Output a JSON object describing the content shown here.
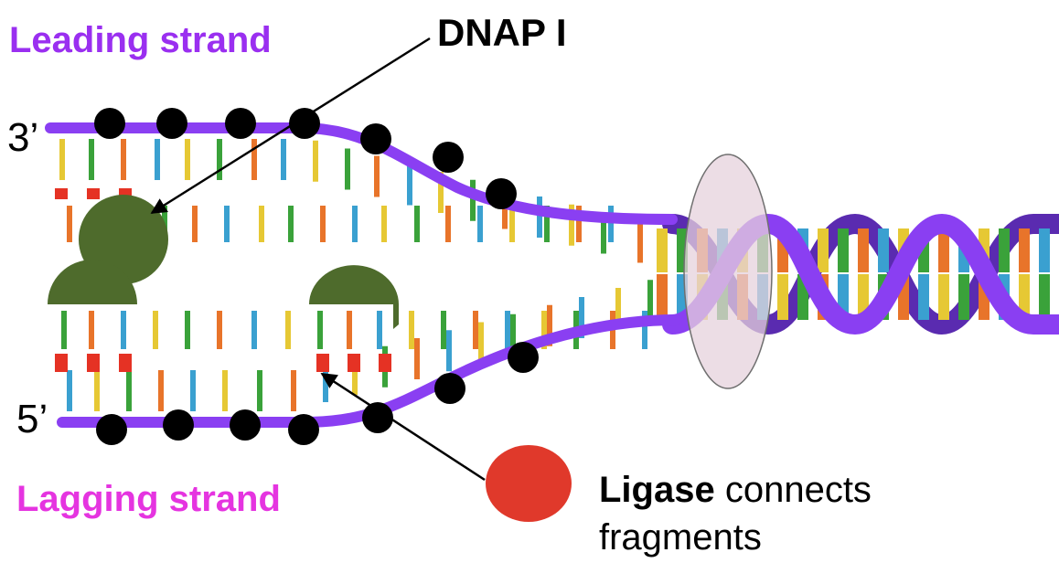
{
  "labels": {
    "leading_strand": "Leading strand",
    "lagging_strand": "Lagging strand",
    "dnap": "DNAP I",
    "prime_3": "3’",
    "prime_5": "5’",
    "ligase_bold": "Ligase",
    "ligase_rest": " connects",
    "ligase_line2": "fragments"
  },
  "colors": {
    "backbone": "#8a3ff2",
    "leading_text": "#9a2ff0",
    "lagging_text": "#e534e0",
    "dnap_enzyme": "#4e6b2c",
    "ligase_enzyme": "#e0392b",
    "rna_primer": "#e53224",
    "helicase": "#e8d6de",
    "base_yellow": "#e6c834",
    "base_green": "#3aa23a",
    "base_orange": "#e8742a",
    "base_blue": "#3aa0d0"
  }
}
